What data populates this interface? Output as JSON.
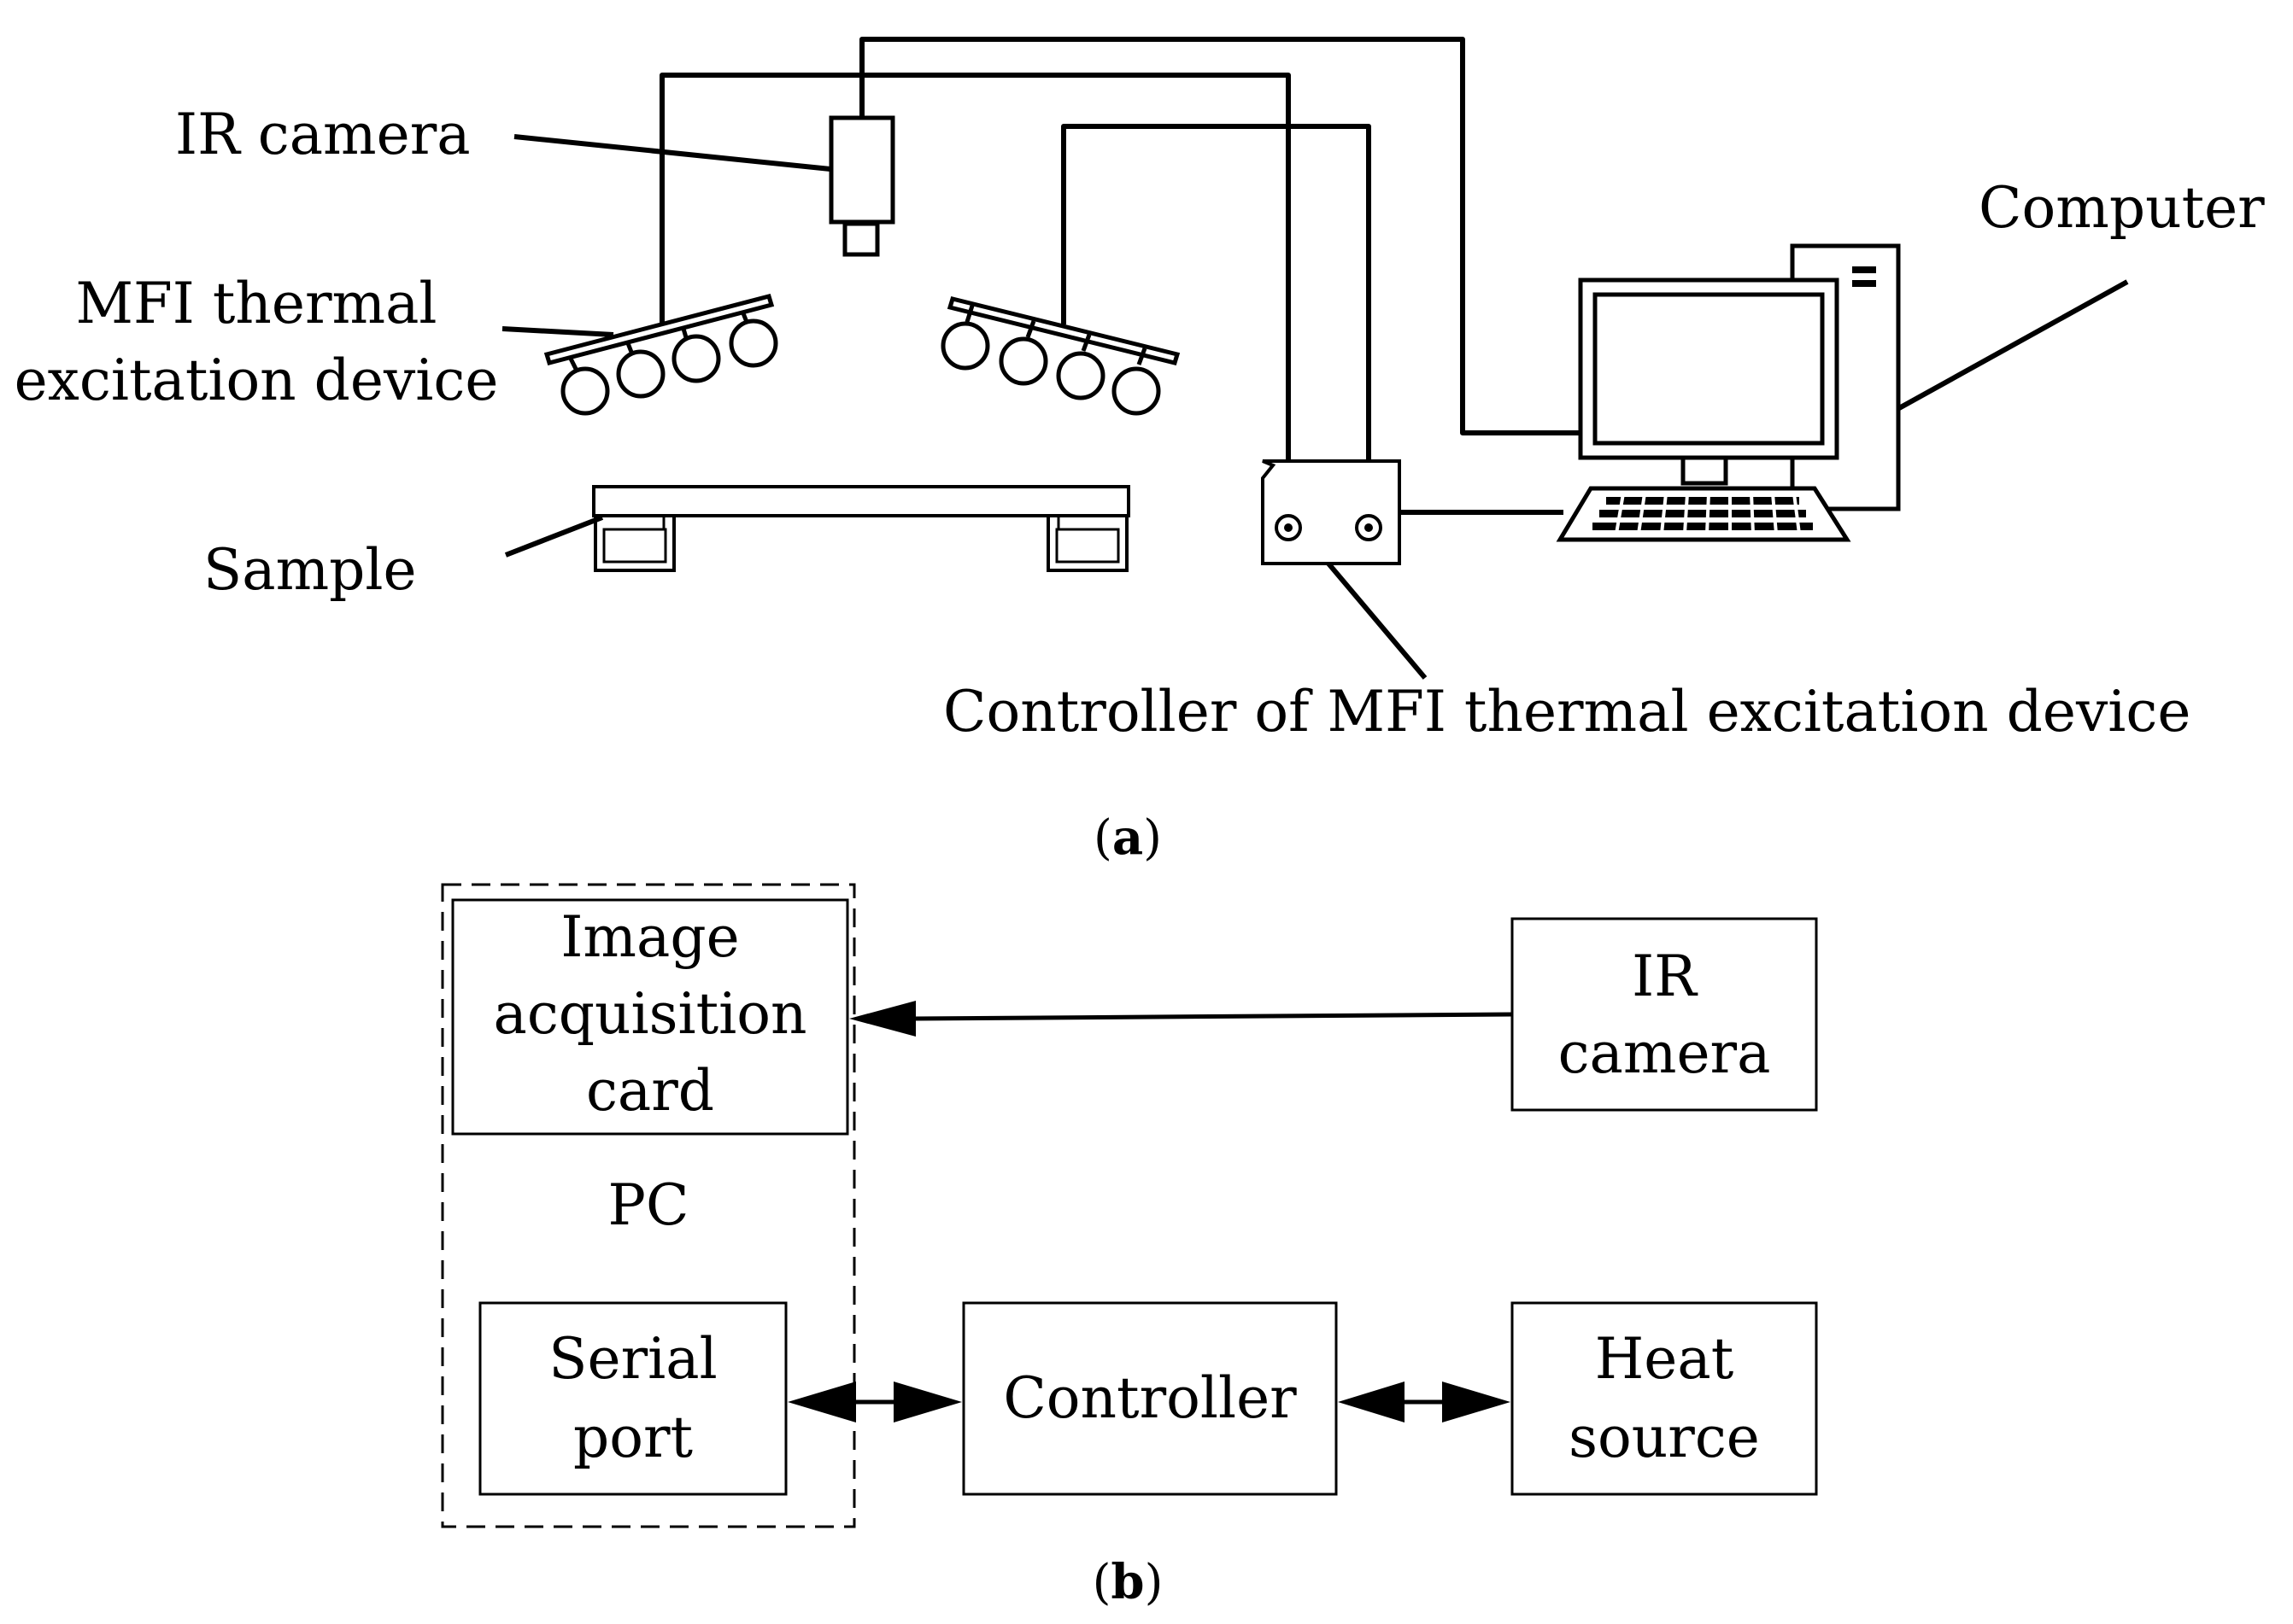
{
  "panel_a": {
    "labels": {
      "ir_camera": "IR camera",
      "mfi_line1": "MFI thermal",
      "mfi_line2": "excitation device",
      "sample": "Sample",
      "computer": "Computer",
      "controller": "Controller of MFI thermal excitation device"
    },
    "caption": {
      "open": "(",
      "letter": "a",
      "close": ")"
    }
  },
  "panel_b": {
    "boxes": {
      "image_card": [
        "Image",
        "acquisition",
        "card"
      ],
      "pc": "PC",
      "serial_port": [
        "Serial",
        "port"
      ],
      "controller": "Controller",
      "ir_camera": [
        "IR",
        "camera"
      ],
      "heat_source": [
        "Heat",
        "source"
      ]
    },
    "caption": {
      "open": "(",
      "letter": "b",
      "close": ")"
    }
  }
}
